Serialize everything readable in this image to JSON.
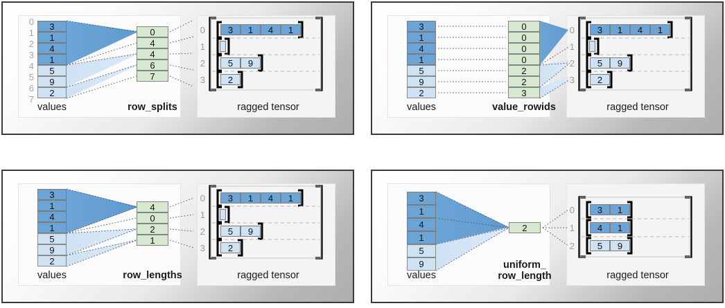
{
  "figure": {
    "title": "RaggedTensor row-partition encodings",
    "colors": {
      "value_dark": "#6da4d6",
      "value_light": "#cfe2f3",
      "partition_green": "#d6e8ce",
      "bracket_black": "#000000",
      "index_gray": "#a8a8a8",
      "panel_border": "#3a3a3a"
    },
    "common_labels": {
      "values": "values",
      "ragged_tensor": "ragged tensor"
    }
  },
  "panels": [
    {
      "id": "row_splits",
      "encoding_label": "row_splits",
      "values_label": "values",
      "ragged_label": "ragged tensor",
      "values": [
        {
          "v": "3",
          "shade": "dark"
        },
        {
          "v": "1",
          "shade": "dark"
        },
        {
          "v": "4",
          "shade": "dark"
        },
        {
          "v": "1",
          "shade": "dark"
        },
        {
          "v": "5",
          "shade": "light"
        },
        {
          "v": "9",
          "shade": "light"
        },
        {
          "v": "2",
          "shade": "light"
        }
      ],
      "values_index_labels": [
        "0",
        "1",
        "2",
        "3",
        "4",
        "5",
        "6",
        "7"
      ],
      "partition": [
        "0",
        "4",
        "4",
        "6",
        "7"
      ],
      "ragged_rows": [
        {
          "index": "0",
          "cells": [
            "3",
            "1",
            "4",
            "1"
          ],
          "shade": "dark"
        },
        {
          "index": "1",
          "cells": [],
          "shade": "light"
        },
        {
          "index": "2",
          "cells": [
            "5",
            "9"
          ],
          "shade": "light"
        },
        {
          "index": "3",
          "cells": [
            "2"
          ],
          "shade": "light"
        }
      ]
    },
    {
      "id": "value_rowids",
      "encoding_label": "value_rowids",
      "values_label": "values",
      "ragged_label": "ragged tensor",
      "values": [
        {
          "v": "3",
          "shade": "dark"
        },
        {
          "v": "1",
          "shade": "dark"
        },
        {
          "v": "4",
          "shade": "dark"
        },
        {
          "v": "1",
          "shade": "dark"
        },
        {
          "v": "5",
          "shade": "light"
        },
        {
          "v": "9",
          "shade": "light"
        },
        {
          "v": "2",
          "shade": "light"
        }
      ],
      "values_index_labels": [],
      "partition": [
        "0",
        "0",
        "0",
        "0",
        "2",
        "2",
        "3"
      ],
      "ragged_rows": [
        {
          "index": "0",
          "cells": [
            "3",
            "1",
            "4",
            "1"
          ],
          "shade": "dark"
        },
        {
          "index": "1",
          "cells": [],
          "shade": "light"
        },
        {
          "index": "2",
          "cells": [
            "5",
            "9"
          ],
          "shade": "light"
        },
        {
          "index": "3",
          "cells": [
            "2"
          ],
          "shade": "light"
        }
      ]
    },
    {
      "id": "row_lengths",
      "encoding_label": "row_lengths",
      "values_label": "values",
      "ragged_label": "ragged tensor",
      "values": [
        {
          "v": "3",
          "shade": "dark"
        },
        {
          "v": "1",
          "shade": "dark"
        },
        {
          "v": "4",
          "shade": "dark"
        },
        {
          "v": "1",
          "shade": "dark"
        },
        {
          "v": "5",
          "shade": "light"
        },
        {
          "v": "9",
          "shade": "light"
        },
        {
          "v": "2",
          "shade": "light"
        }
      ],
      "values_index_labels": [],
      "partition": [
        "4",
        "0",
        "2",
        "1"
      ],
      "ragged_rows": [
        {
          "index": "0",
          "cells": [
            "3",
            "1",
            "4",
            "1"
          ],
          "shade": "dark"
        },
        {
          "index": "1",
          "cells": [],
          "shade": "light"
        },
        {
          "index": "2",
          "cells": [
            "5",
            "9"
          ],
          "shade": "light"
        },
        {
          "index": "3",
          "cells": [
            "2"
          ],
          "shade": "light"
        }
      ]
    },
    {
      "id": "uniform_row_length",
      "encoding_label": "uniform_\nrow_length",
      "values_label": "values",
      "ragged_label": "ragged tensor",
      "values": [
        {
          "v": "3",
          "shade": "dark"
        },
        {
          "v": "1",
          "shade": "dark"
        },
        {
          "v": "4",
          "shade": "dark"
        },
        {
          "v": "1",
          "shade": "dark"
        },
        {
          "v": "5",
          "shade": "light"
        },
        {
          "v": "9",
          "shade": "light"
        }
      ],
      "values_index_labels": [],
      "partition": [
        "2"
      ],
      "ragged_rows": [
        {
          "index": "0",
          "cells": [
            "3",
            "1"
          ],
          "shade": "dark"
        },
        {
          "index": "1",
          "cells": [
            "4",
            "1"
          ],
          "shade": "dark"
        },
        {
          "index": "2",
          "cells": [
            "5",
            "9"
          ],
          "shade": "light"
        }
      ]
    }
  ]
}
